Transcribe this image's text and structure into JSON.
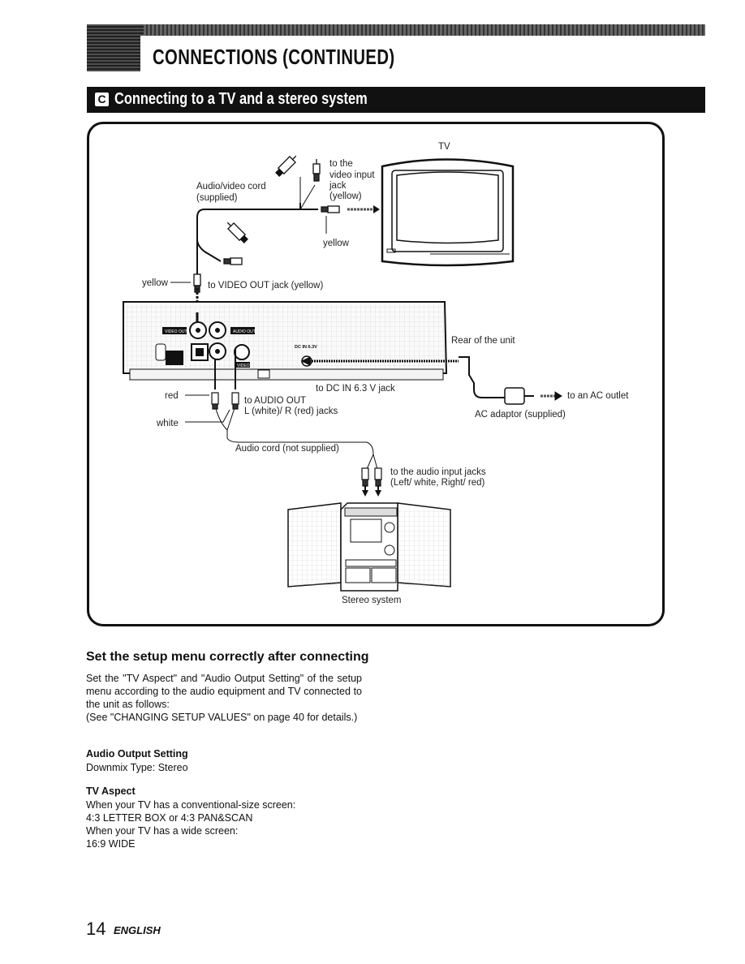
{
  "header": {
    "title": "CONNECTIONS (CONTINUED)"
  },
  "section": {
    "badge": "C",
    "title": "Connecting to a TV and a stereo system"
  },
  "diagram": {
    "tv": "TV",
    "av_cord": "Audio/video cord",
    "av_cord_supplied": "(supplied)",
    "to_the": "to the",
    "video_input": "video input",
    "jack": "jack",
    "yellow_paren": "(yellow)",
    "yellow_tv": "yellow",
    "yellow_left": "yellow",
    "to_video_out": "to VIDEO OUT jack (yellow)",
    "rear_of_unit": "Rear of the unit",
    "red": "red",
    "white": "white",
    "to_dc_in": "to DC IN 6.3 V jack",
    "to_audio_out": "to AUDIO OUT",
    "audio_out_jacks": "L (white)/ R (red) jacks",
    "to_ac_outlet": "to an AC outlet",
    "ac_adaptor": "AC adaptor (supplied)",
    "audio_cord": "Audio cord (not supplied)",
    "to_audio_input": "to the audio input jacks",
    "audio_input_lr": "(Left/ white, Right/ red)",
    "stereo_system": "Stereo system",
    "panel_video_out": "VIDEO OUT",
    "panel_audio_out": "AUDIO OUT",
    "panel_dc_in": "DC IN 6.3V",
    "panel_video": "VIDEO"
  },
  "setup": {
    "heading": "Set the setup menu correctly after connecting",
    "p1": "Set the \"TV Aspect\" and \"Audio Output Setting\" of the setup menu according to the audio equipment and TV connected to the unit as follows:",
    "p2": "(See \"CHANGING SETUP VALUES\" on page 40 for details.)",
    "audio_heading": "Audio Output Setting",
    "audio_value": "Downmix Type: Stereo",
    "tv_heading": "TV Aspect",
    "tv_line1": "When your TV has a conventional-size screen:",
    "tv_line2": "4:3 LETTER BOX or 4:3 PAN&SCAN",
    "tv_line3": "When your TV has a wide screen:",
    "tv_line4": "16:9 WIDE"
  },
  "footer": {
    "page_number": "14",
    "language": "ENGLISH"
  }
}
